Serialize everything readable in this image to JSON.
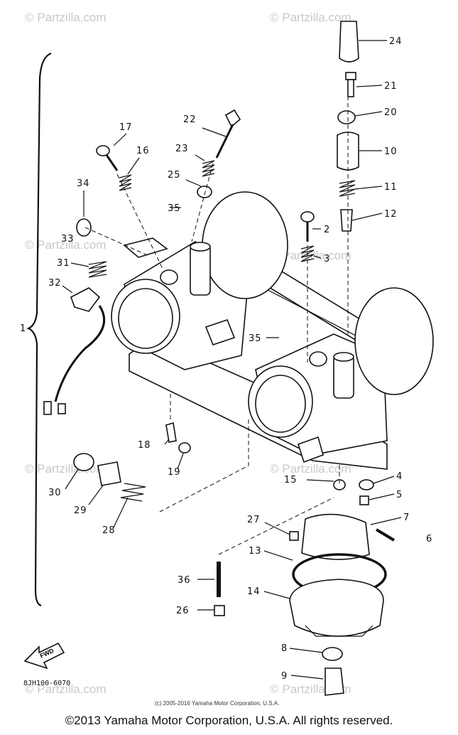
{
  "watermarks": [
    "© Partzilla.com",
    "© Partzilla.com",
    "© Partzilla.com",
    "© Partzilla.com",
    "© Partzilla.com",
    "© Partzilla.com",
    "© Partzilla.com",
    "© Partzilla.com"
  ],
  "callouts": [
    "24",
    "21",
    "20",
    "10",
    "11",
    "12",
    "2",
    "3",
    "22",
    "23",
    "25",
    "17",
    "16",
    "34",
    "35",
    "33",
    "31",
    "32",
    "1",
    "35",
    "18",
    "19",
    "30",
    "29",
    "28",
    "15",
    "4",
    "5",
    "7",
    "6",
    "27",
    "13",
    "36",
    "14",
    "26",
    "8",
    "9"
  ],
  "fwd_label": "FWD",
  "diagram_code": "8JH100-6070",
  "small_notice": "(c) 2005-2016 Yamaha Motor Corporation, U.S.A.",
  "copyright": "©2013 Yamaha Motor Corporation, U.S.A. All rights reserved."
}
